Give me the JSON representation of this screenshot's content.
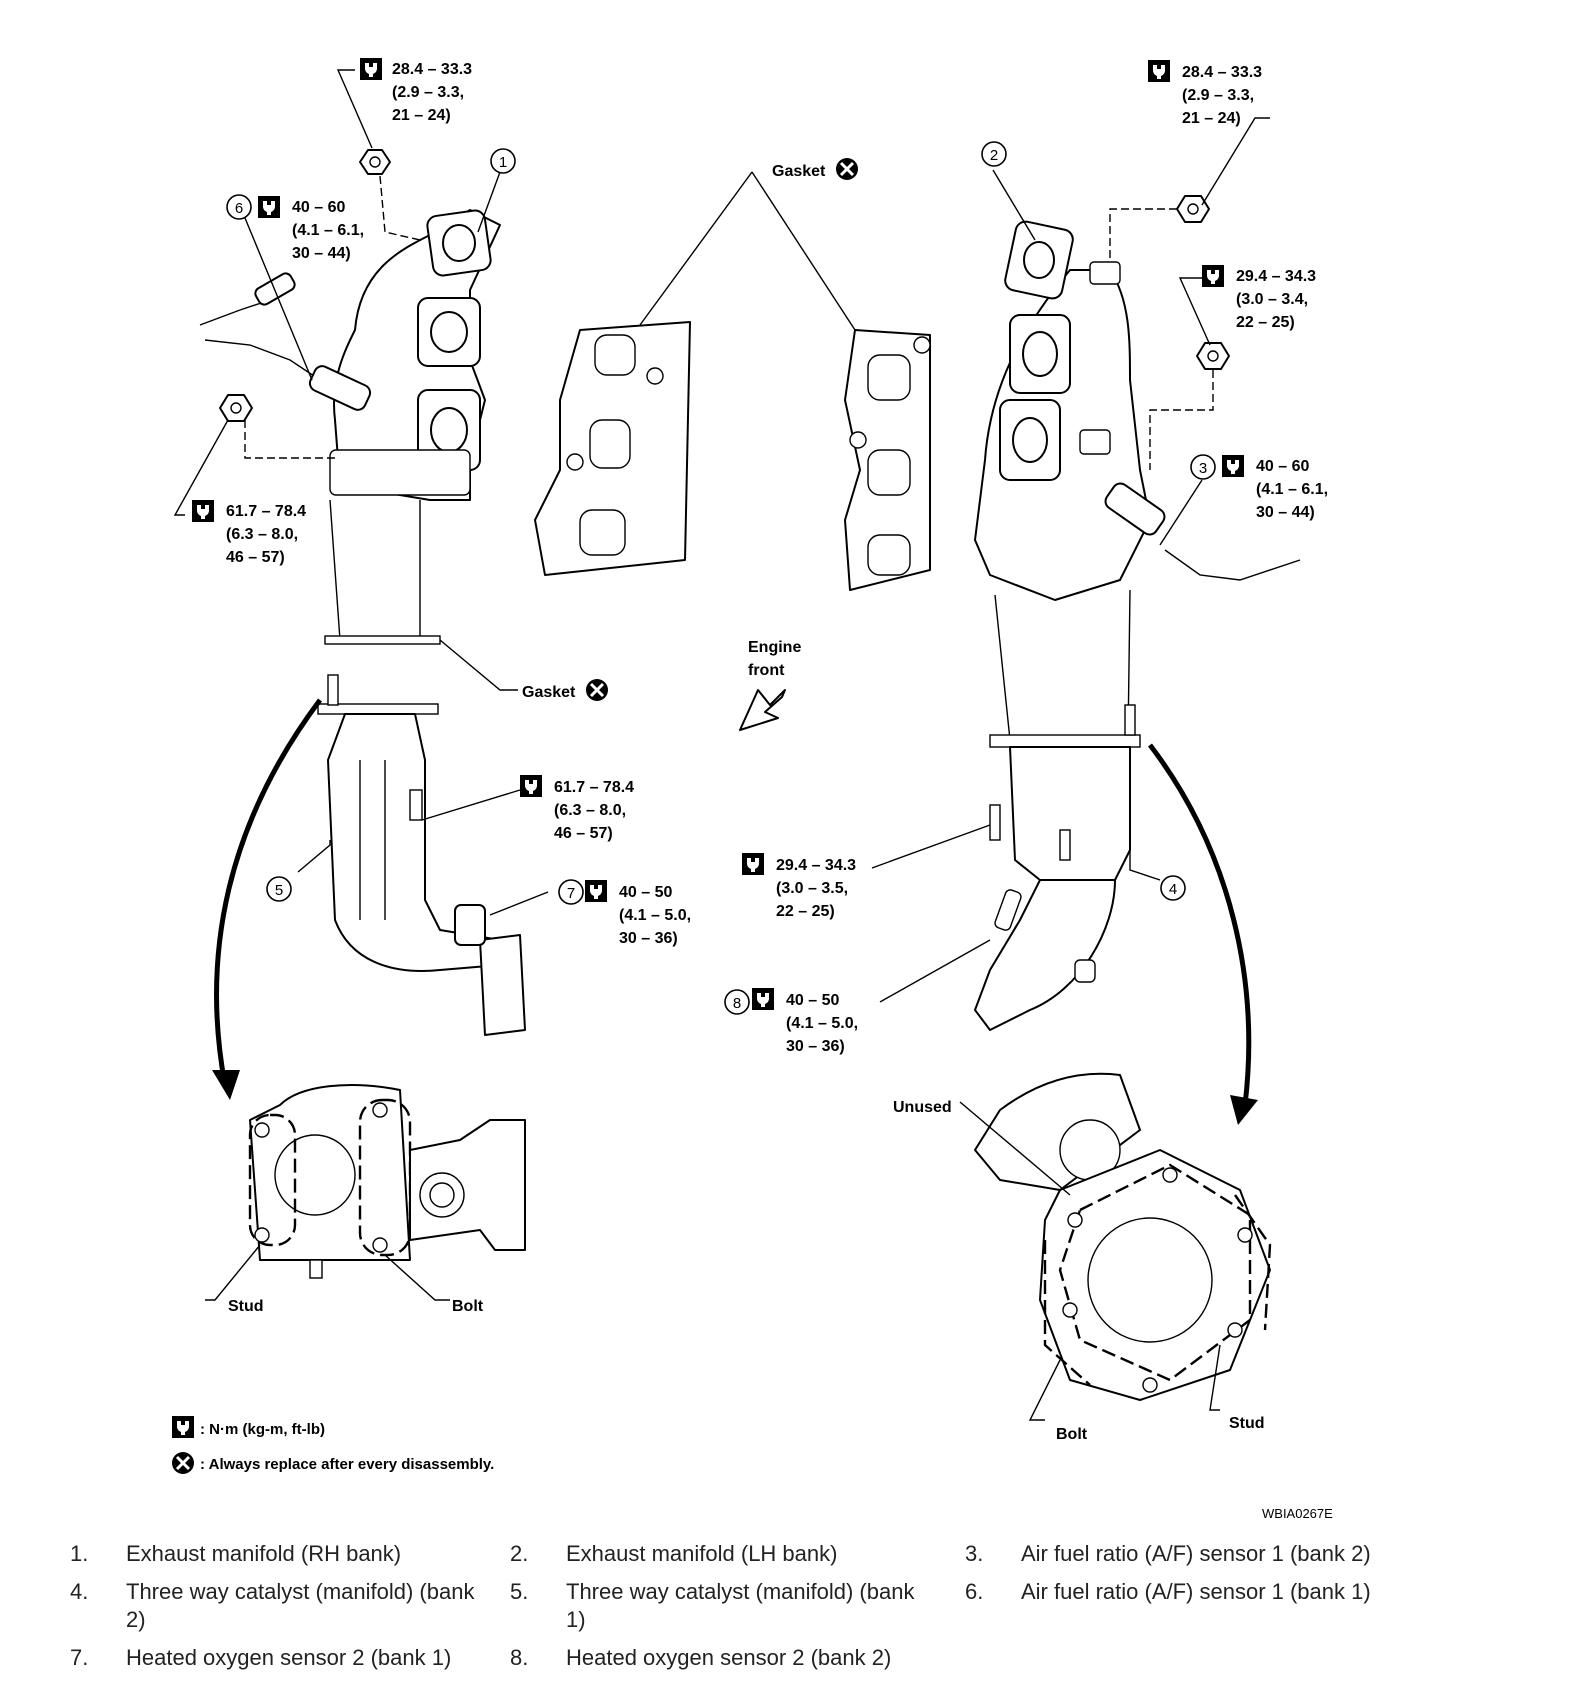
{
  "diagram": {
    "code": "WBIA0267E",
    "torque_rh_nut_top": {
      "line1": "28.4 – 33.3",
      "line2": "(2.9 – 3.3,",
      "line3": "21 – 24)"
    },
    "torque_lh_nut_top": {
      "line1": "28.4 – 33.3",
      "line2": "(2.9 – 3.3,",
      "line3": "21 – 24)"
    },
    "torque_sensor_6": {
      "line1": "40 – 60",
      "line2": "(4.1 – 6.1,",
      "line3": "30 – 44)"
    },
    "torque_rh_nut_lower": {
      "line1": "61.7 – 78.4",
      "line2": "(6.3 – 8.0,",
      "line3": "46 – 57)"
    },
    "torque_lh_nut_mid": {
      "line1": "29.4 – 34.3",
      "line2": "(3.0 – 3.4,",
      "line3": "22 – 25)"
    },
    "torque_sensor_3": {
      "line1": "40 – 60",
      "line2": "(4.1 – 6.1,",
      "line3": "30 – 44)"
    },
    "torque_cat5_stud": {
      "line1": "61.7 – 78.4",
      "line2": "(6.3 – 8.0,",
      "line3": "46 – 57)"
    },
    "torque_sensor_7": {
      "line1": "40 – 50",
      "line2": "(4.1 – 5.0,",
      "line3": "30 – 36)"
    },
    "torque_cat4_stud": {
      "line1": "29.4 – 34.3",
      "line2": "(3.0 – 3.5,",
      "line3": "22 – 25)"
    },
    "torque_sensor_8": {
      "line1": "40 – 50",
      "line2": "(4.1 – 5.0,",
      "line3": "30 – 36)"
    },
    "gasket_label": "Gasket",
    "gasket_lower_label": "Gasket",
    "engine_front": {
      "line1": "Engine",
      "line2": "front"
    },
    "unused_label": "Unused",
    "stud_left": "Stud",
    "bolt_left": "Bolt",
    "bolt_right": "Bolt",
    "stud_right": "Stud",
    "legend_torque": ": N·m (kg-m, ft-lb)",
    "legend_replace": ": Always replace after every disassembly.",
    "callouts": [
      "1",
      "2",
      "3",
      "4",
      "5",
      "6",
      "7",
      "8"
    ]
  },
  "parts_list": [
    {
      "num": "1.",
      "text": "Exhaust manifold (RH bank)"
    },
    {
      "num": "2.",
      "text": "Exhaust manifold (LH bank)"
    },
    {
      "num": "3.",
      "text": "Air fuel ratio (A/F) sensor 1 (bank 2)"
    },
    {
      "num": "4.",
      "text": "Three way catalyst (manifold) (bank 2)"
    },
    {
      "num": "5.",
      "text": "Three way catalyst (manifold) (bank 1)"
    },
    {
      "num": "6.",
      "text": "Air fuel ratio (A/F) sensor 1 (bank 1)"
    },
    {
      "num": "7.",
      "text": "Heated oxygen sensor 2 (bank 1)"
    },
    {
      "num": "8.",
      "text": "Heated oxygen sensor 2 (bank 2)"
    }
  ]
}
